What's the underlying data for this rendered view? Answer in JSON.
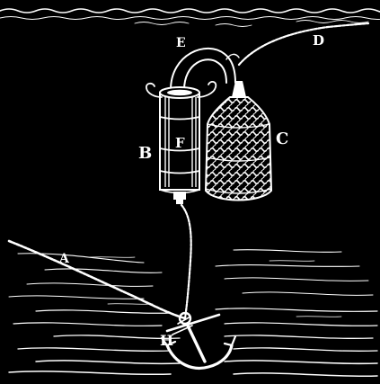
{
  "labels": {
    "a": "A",
    "b": "B",
    "c": "C",
    "d": "D",
    "e": "E",
    "f": "F",
    "h": "H"
  },
  "colors": {
    "background": "#000000",
    "ink": "#ffffff"
  }
}
